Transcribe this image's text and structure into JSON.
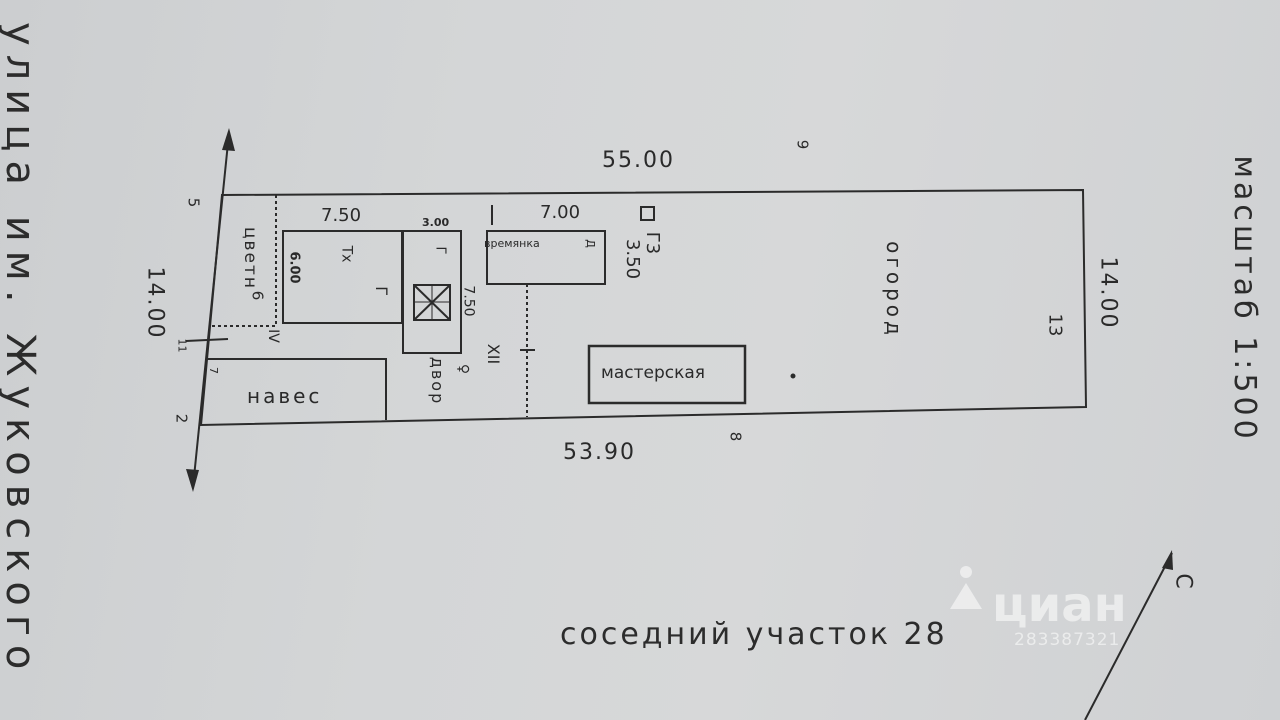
{
  "sheet": {
    "street": "улица им. Жуковского",
    "scale": "масштаб 1:500",
    "neighbor": "соседний участок 28",
    "north": "С"
  },
  "dimensions": {
    "top": "55.00",
    "bottom": "53.90",
    "left": "14.00",
    "right": "14.00",
    "house_width": "7.50",
    "house_depth": "6.00",
    "annex_width": "3.00",
    "annex_depth": "7.50",
    "shed_width": "7.00",
    "shed_depth": "3.50"
  },
  "labels": {
    "flowerbed": "цветн",
    "house": "Тх",
    "house_g": "Г",
    "annex_g": "Г",
    "shed": "времянка",
    "shed_d": "Д",
    "g3": "Г3",
    "garden": "огород",
    "workshop": "мастерская",
    "canopy": "навес",
    "yard": "двор",
    "xii": "XII",
    "iv": "IV"
  },
  "points": {
    "p5": "5",
    "p6": "6",
    "p11": "11",
    "p7": "7",
    "p2": "2",
    "p9": "9",
    "p8": "8",
    "p13": "13"
  },
  "watermark": {
    "brand": "циан",
    "id": "283387321"
  }
}
